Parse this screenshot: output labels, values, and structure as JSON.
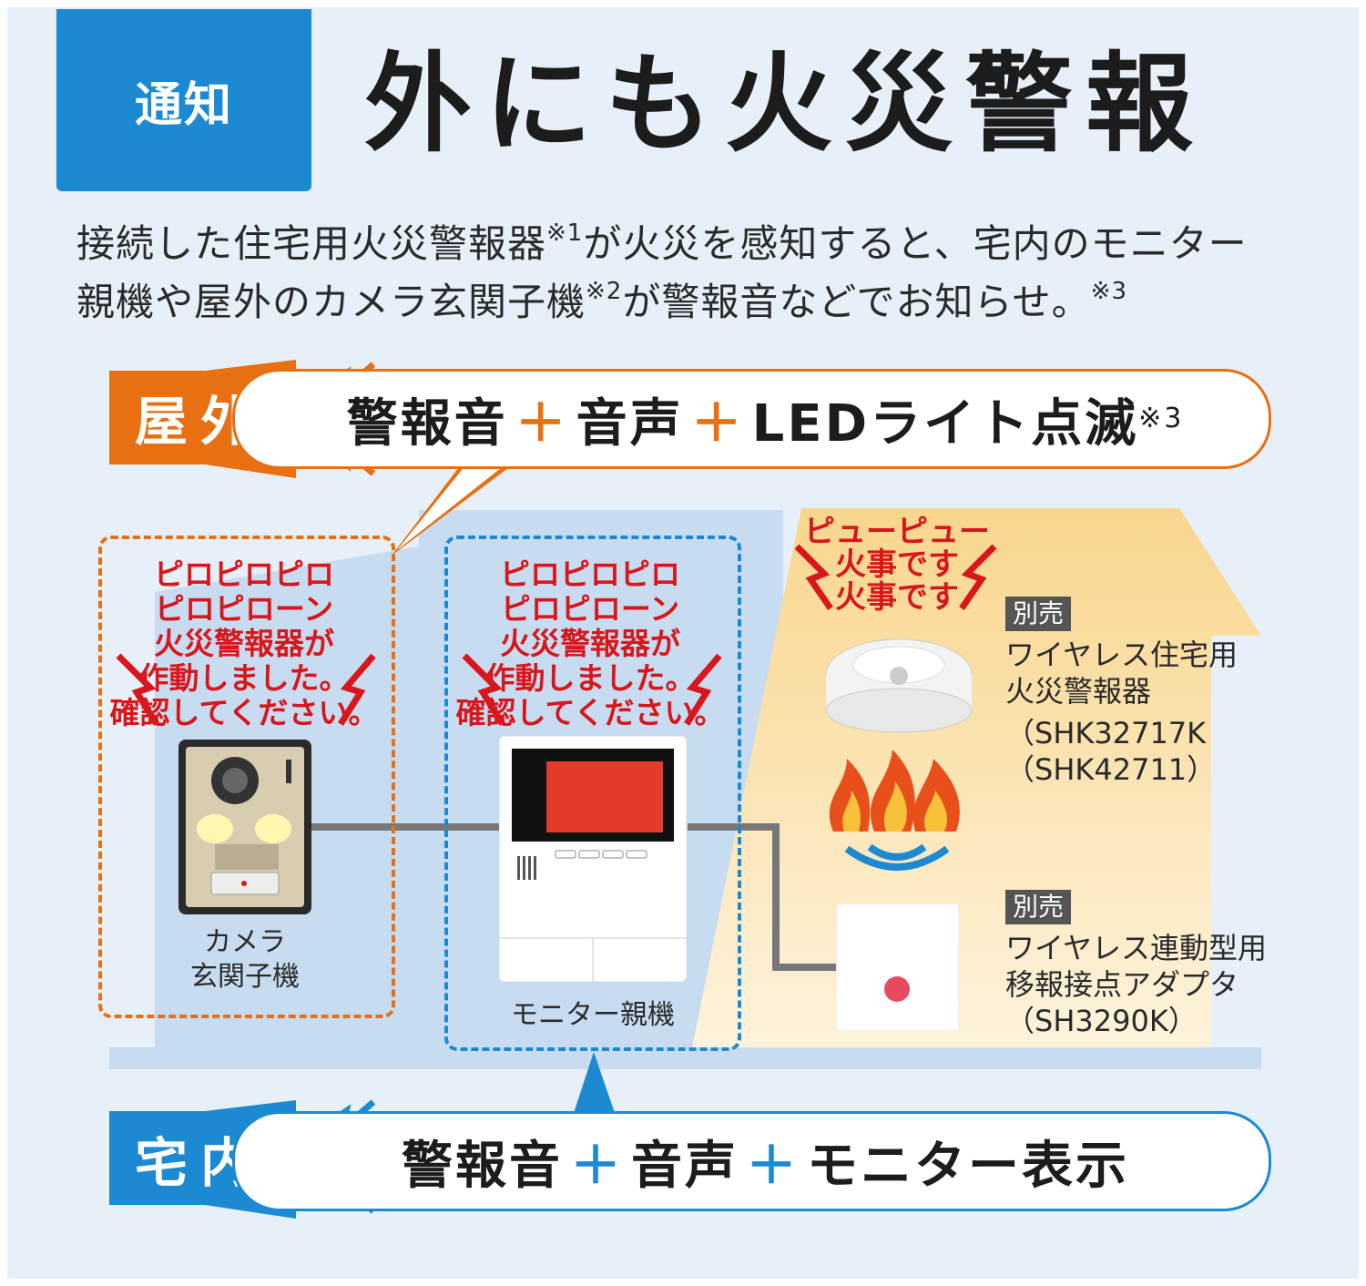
{
  "header": {
    "tag": "通知",
    "title": "外にも火災警報"
  },
  "description": {
    "line1_a": "接続した住宅用火災警報器",
    "line1_note": "※1",
    "line1_b": "が火災を感知すると、宅内のモニター",
    "line2_a": "親機や屋外のカメラ玄関子機",
    "line2_note": "※2",
    "line2_b": "が警報音などでお知らせ。",
    "line2_note2": "※3"
  },
  "outdoor": {
    "badge": "屋外",
    "items": [
      "警報音",
      "音声",
      "LEDライト点滅"
    ],
    "note": "※3"
  },
  "indoor": {
    "badge": "宅内",
    "items": [
      "警報音",
      "音声",
      "モニター表示"
    ]
  },
  "alerts": {
    "camera": [
      "ピロピロピロ",
      "ピロピローン",
      "火災警報器が",
      "作動しました。",
      "確認してください。"
    ],
    "monitor": [
      "ピロピロピロ",
      "ピロピローン",
      "火災警報器が",
      "作動しました。",
      "確認してください。"
    ],
    "alarm": [
      "ピューピュー",
      "火事です",
      "火事です"
    ]
  },
  "devices": {
    "camera": [
      "カメラ",
      "玄関子機"
    ],
    "monitor": "モニター親機"
  },
  "products": {
    "alarm": {
      "badge": "別売",
      "name1": "ワイヤレス住宅用",
      "name2": "火災警報器",
      "model1": "（SHK32717K",
      "model2": "（SHK42711）"
    },
    "adapter": {
      "badge": "別売",
      "name1": "ワイヤレス連動型用",
      "name2": "移報接点アダプタ",
      "model": "（SH3290K）"
    }
  },
  "colors": {
    "outdoor": "#e86f12",
    "indoor": "#1b8ad3",
    "alert": "#d8161b"
  }
}
